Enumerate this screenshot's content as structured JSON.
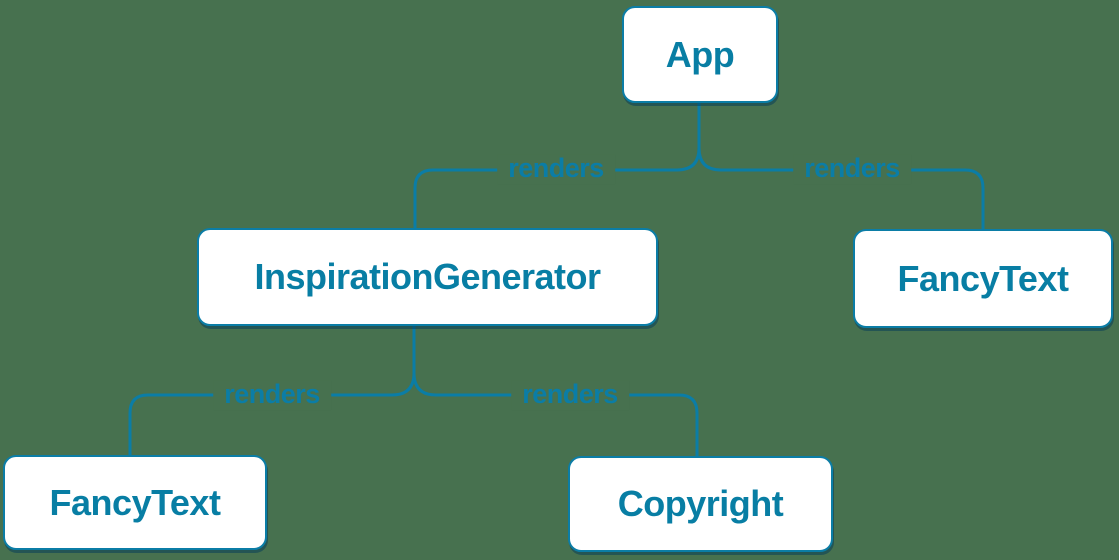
{
  "background_color": "#47714F",
  "accent_color": "#0b7da6",
  "node_fill_color": "#ffffff",
  "node_text_color": "#087ea4",
  "diagram": {
    "type": "component-render-tree",
    "nodes": [
      {
        "id": "app",
        "label": "App"
      },
      {
        "id": "inspiration-generator",
        "label": "InspirationGenerator"
      },
      {
        "id": "fancy-text-top",
        "label": "FancyText"
      },
      {
        "id": "fancy-text-bottom",
        "label": "FancyText"
      },
      {
        "id": "copyright",
        "label": "Copyright"
      }
    ],
    "edges": [
      {
        "from": "App",
        "to": "InspirationGenerator",
        "label": "renders"
      },
      {
        "from": "App",
        "to": "FancyText",
        "label": "renders"
      },
      {
        "from": "InspirationGenerator",
        "to": "FancyText",
        "label": "renders"
      },
      {
        "from": "InspirationGenerator",
        "to": "Copyright",
        "label": "renders"
      }
    ]
  }
}
